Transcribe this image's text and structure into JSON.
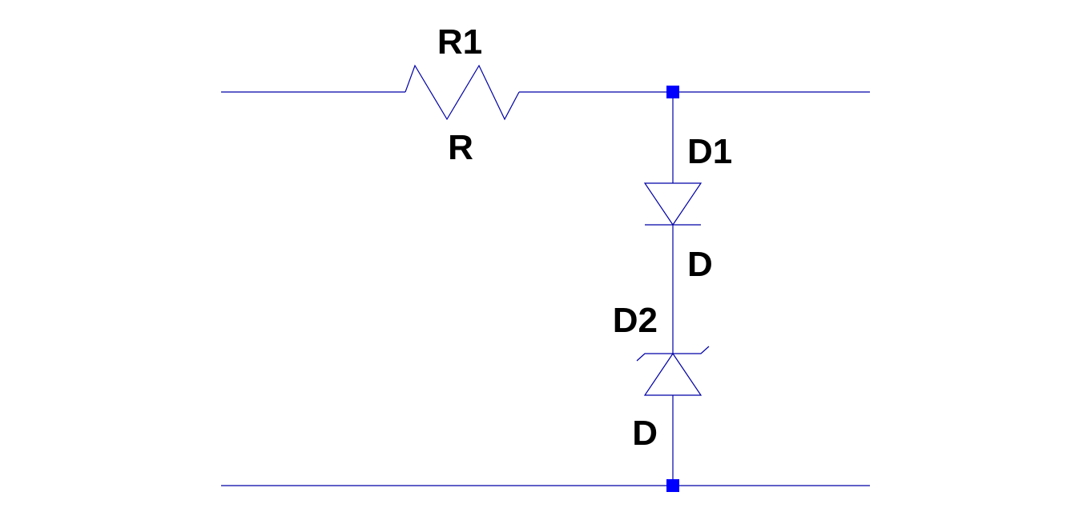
{
  "colors": {
    "wire": "#0000a8",
    "junction": "#0000ff",
    "text": "#000000",
    "background": "#ffffff"
  },
  "components": {
    "resistor": {
      "ref": "R1",
      "value": "R",
      "icon": "resistor-zigzag-icon"
    },
    "diode_d1": {
      "ref": "D1",
      "value": "D",
      "icon": "diode-icon"
    },
    "diode_d2": {
      "ref": "D2",
      "value": "D",
      "icon": "zener-diode-icon"
    }
  }
}
